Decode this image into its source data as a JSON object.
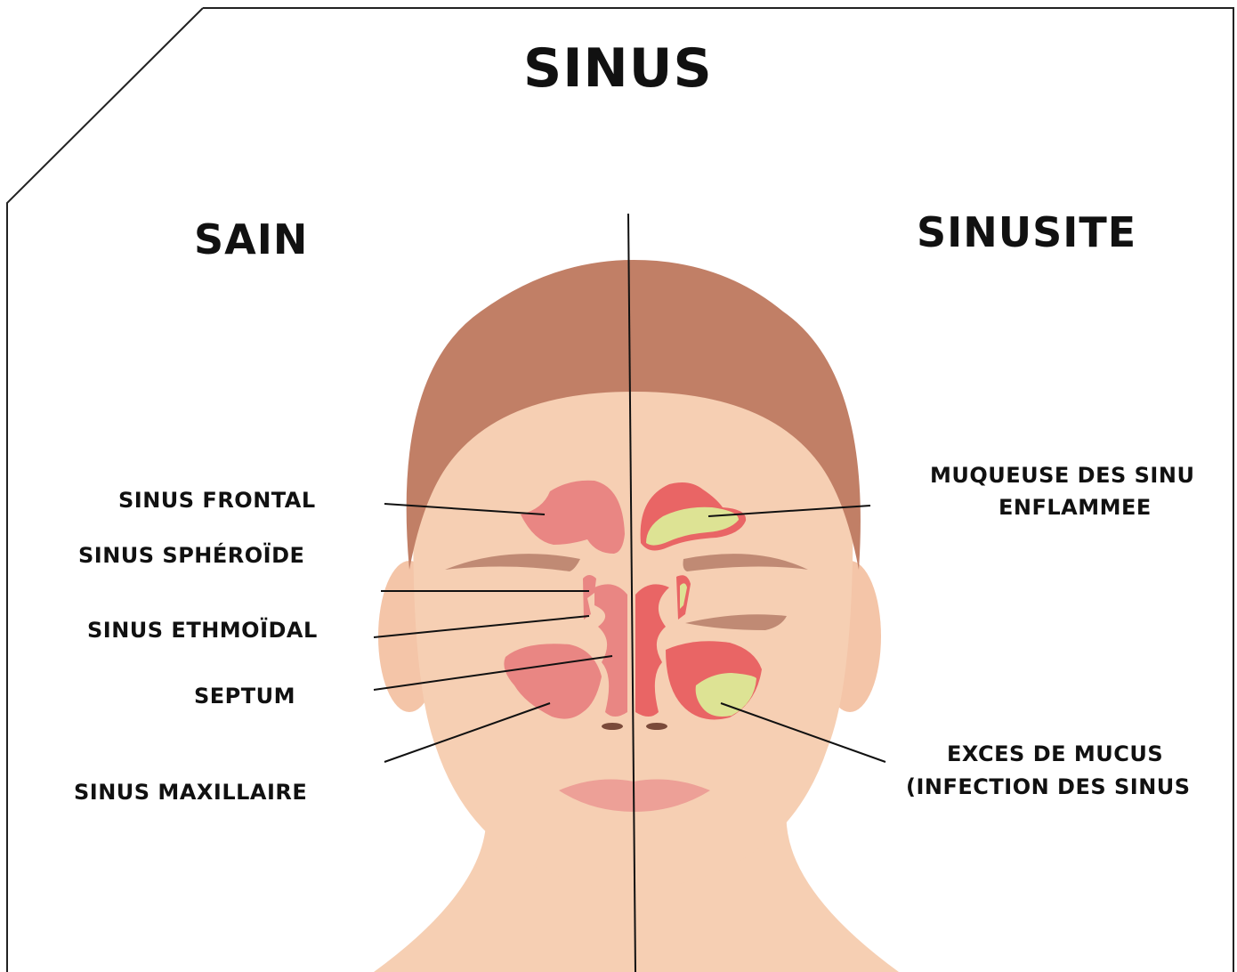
{
  "title": "SINUS",
  "left_heading": "SAIN",
  "right_heading": "SINUSITE",
  "left_labels": {
    "frontal": "SINUS FRONTAL",
    "spheroide": "SINUS SPHÉROÏDE",
    "ethmoidal": "SINUS ETHMOÏDAL",
    "septum": "SEPTUM",
    "maxillaire": "SINUS MAXILLAIRE"
  },
  "right_labels": {
    "muqueuse_line1": "MUQUEUSE DES SINU",
    "muqueuse_line2": "ENFLAMMEE",
    "exces_line1": "EXCES DE MUCUS",
    "exces_line2": "(INFECTION DES SINUS"
  },
  "colors": {
    "hair": "#c17f66",
    "skin": "#f6cfb3",
    "sinus_healthy": "#e98683",
    "sinus_inflamed": "#e96565",
    "mucus": "#dde394",
    "lips": "#eda097",
    "brow": "#b9806c",
    "line": "#111111"
  }
}
